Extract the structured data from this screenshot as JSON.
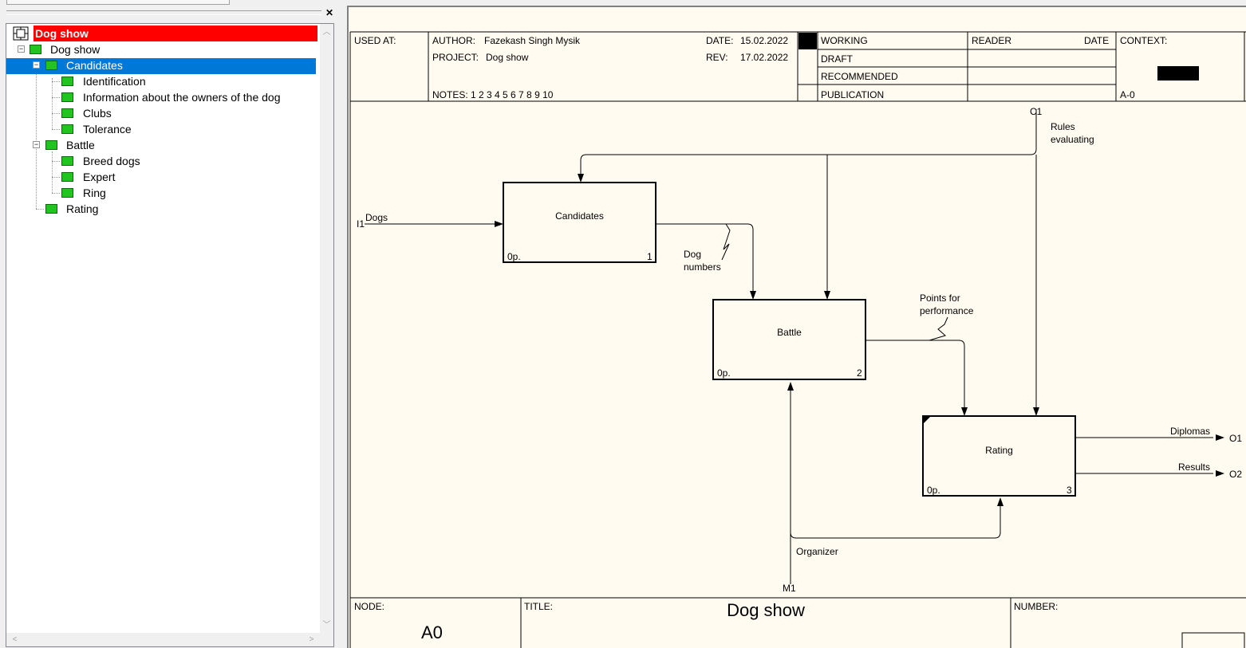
{
  "tree": {
    "root_label": "Dog show",
    "items": [
      {
        "label": "Dog show"
      },
      {
        "label": "Candidates"
      },
      {
        "label": "Identification"
      },
      {
        "label": "Information about  the owners of the dog"
      },
      {
        "label": "Clubs"
      },
      {
        "label": "Tolerance"
      },
      {
        "label": "Battle"
      },
      {
        "label": "Breed dogs"
      },
      {
        "label": "Expert"
      },
      {
        "label": "Ring"
      },
      {
        "label": "Rating"
      }
    ],
    "selected_color": "#0078d7",
    "root_color": "#ff0000"
  },
  "header": {
    "used_at": "USED AT:",
    "author_label": "AUTHOR:",
    "author": "Fazekash Singh Mysik",
    "project_label": "PROJECT:",
    "project": "Dog show",
    "date_label": "DATE:",
    "date": "15.02.2022",
    "rev_label": "REV:",
    "rev": "17.02.2022",
    "notes": "NOTES:  1  2  3  4  5  6  7  8  9  10",
    "status": [
      "WORKING",
      "DRAFT",
      "RECOMMENDED",
      "PUBLICATION"
    ],
    "reader": "READER",
    "reader_date": "DATE",
    "context": "CONTEXT:",
    "context_node": "A-0"
  },
  "footer": {
    "node_label": "NODE:",
    "node": "A0",
    "title_label": "TITLE:",
    "title": "Dog show",
    "number_label": "NUMBER:"
  },
  "diagram": {
    "boxes": [
      {
        "name": "Candidates",
        "cost": "0p.",
        "number": "1"
      },
      {
        "name": "Battle",
        "cost": "0p.",
        "number": "2"
      },
      {
        "name": "Rating",
        "cost": "0p.",
        "number": "3"
      }
    ],
    "arrows": {
      "input_tunnel": "I1",
      "input": "Dogs",
      "control_tunnel": "C1",
      "control_line1": "Rules",
      "control_line2": "evaluating",
      "dog_numbers_line1": "Dog",
      "dog_numbers_line2": "numbers",
      "points_line1": "Points for",
      "points_line2": "performance",
      "mechanism_tunnel": "M1",
      "mechanism": "Organizer",
      "output1": "Diplomas",
      "output1_tunnel": "O1",
      "output2": "Results",
      "output2_tunnel": "O2"
    }
  }
}
